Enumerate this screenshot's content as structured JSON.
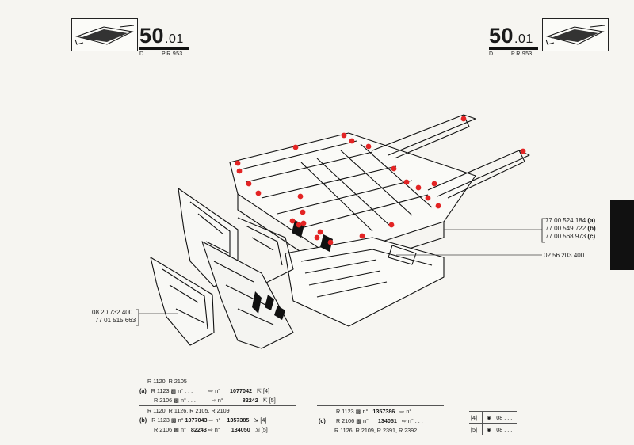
{
  "header_left": {
    "section_main": "50",
    "section_sub": ".01",
    "letter": "D",
    "code": "P.R.953"
  },
  "header_right": {
    "section_main": "50",
    "section_sub": ".01",
    "letter": "D",
    "code": "P.R.953"
  },
  "callouts": {
    "right_group": [
      {
        "ref": "77 00 524 184",
        "variant": "(a)"
      },
      {
        "ref": "77 00 549 722",
        "variant": "(b)"
      },
      {
        "ref": "77 00 568 973",
        "variant": "(c)"
      }
    ],
    "center": "02 56 203 400",
    "left_group": [
      "08 20 732 400",
      "77 01 515 663"
    ]
  },
  "table_left": {
    "rows": [
      {
        "label": "",
        "text": "R 1120, R 2105"
      },
      {
        "label": "(a)",
        "model": "R 1123",
        "no": "n° . . .",
        "arrow": "⇨ n°",
        "num": "1077042",
        "sym": "⇱ [4]"
      },
      {
        "label": "",
        "model": "R 2106",
        "no": "n° . . .",
        "arrow": "⇨ n°",
        "num": "82242",
        "sym": "⇱ [5]"
      },
      {
        "label": "",
        "text": "R 1120, R 1126, R 2105, R 2109"
      },
      {
        "label": "(b)",
        "model": "R 1123",
        "no": "n°",
        "num1": "1077043",
        "arrow": "⇨ n°",
        "num": "1357385",
        "sym": "⇲ [4]"
      },
      {
        "label": "",
        "model": "R 2106",
        "no": "n°",
        "num1": "82243",
        "arrow": "⇨ n°",
        "num": "134050",
        "sym": "⇲ [5]"
      }
    ]
  },
  "table_mid": {
    "rows": [
      {
        "label": "",
        "model": "R 1123",
        "no": "n°",
        "num1": "1357386",
        "arrow": "⇨ n° . . ."
      },
      {
        "label": "(c)",
        "model": "R 2106",
        "no": "n°",
        "num1": "134051",
        "arrow": "⇨ n° . . ."
      },
      {
        "label": "",
        "text": "R 1126, R 2109, R 2391, R 2392"
      }
    ]
  },
  "table_right": {
    "rows": [
      {
        "key": "[4]",
        "val": "08 . . ."
      },
      {
        "key": "[5]",
        "val": "08 . . ."
      }
    ]
  }
}
